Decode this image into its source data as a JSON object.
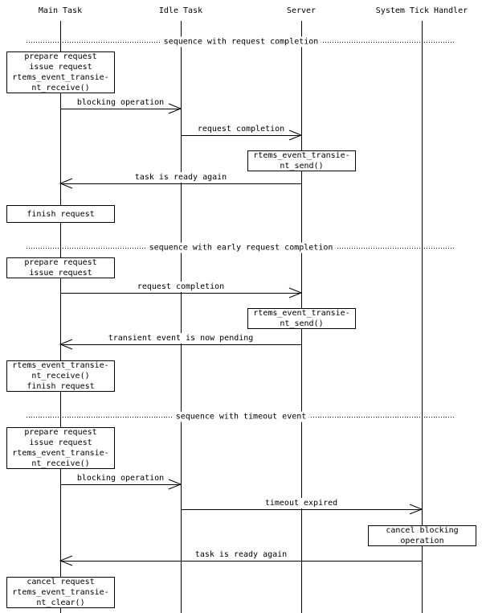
{
  "diagram": {
    "actors": [
      {
        "id": "main-task",
        "label": "Main Task"
      },
      {
        "id": "idle-task",
        "label": "Idle Task"
      },
      {
        "id": "server",
        "label": "Server"
      },
      {
        "id": "system-tick-handler",
        "label": "System Tick Handler"
      }
    ],
    "separators": [
      {
        "label": "sequence with request completion"
      },
      {
        "label": "sequence with early request completion"
      },
      {
        "label": "sequence with timeout event"
      }
    ],
    "boxes": [
      {
        "actor": "Main Task",
        "lines": [
          "prepare request",
          "issue request",
          "rtems_event_transie-",
          "nt_receive()"
        ]
      },
      {
        "actor": "Server",
        "lines": [
          "rtems_event_transie-",
          "nt_send()"
        ]
      },
      {
        "actor": "Main Task",
        "lines": [
          "finish request"
        ]
      },
      {
        "actor": "Main Task",
        "lines": [
          "prepare request",
          "issue request"
        ]
      },
      {
        "actor": "Server",
        "lines": [
          "rtems_event_transie-",
          "nt_send()"
        ]
      },
      {
        "actor": "Main Task",
        "lines": [
          "rtems_event_transie-",
          "nt_receive()",
          "finish request"
        ]
      },
      {
        "actor": "Main Task",
        "lines": [
          "prepare request",
          "issue request",
          "rtems_event_transie-",
          "nt_receive()"
        ]
      },
      {
        "actor": "System Tick Handler",
        "lines": [
          "cancel blocking",
          "operation"
        ]
      },
      {
        "actor": "Main Task",
        "lines": [
          "cancel request",
          "rtems_event_transie-",
          "nt_clear()"
        ]
      }
    ],
    "arrows": [
      {
        "from": "Main Task",
        "to": "Idle Task",
        "label": "blocking operation"
      },
      {
        "from": "Idle Task",
        "to": "Server",
        "label": "request completion"
      },
      {
        "from": "Server",
        "to": "Main Task",
        "label": "task is ready again"
      },
      {
        "from": "Main Task",
        "to": "Server",
        "label": "request completion"
      },
      {
        "from": "Server",
        "to": "Main Task",
        "label": "transient event is now pending"
      },
      {
        "from": "Main Task",
        "to": "Idle Task",
        "label": "blocking operation"
      },
      {
        "from": "Idle Task",
        "to": "System Tick Handler",
        "label": "timeout expired"
      },
      {
        "from": "System Tick Handler",
        "to": "Main Task",
        "label": "task is ready again"
      }
    ],
    "colors": {
      "foreground": "#000000",
      "background": "#ffffff"
    }
  }
}
